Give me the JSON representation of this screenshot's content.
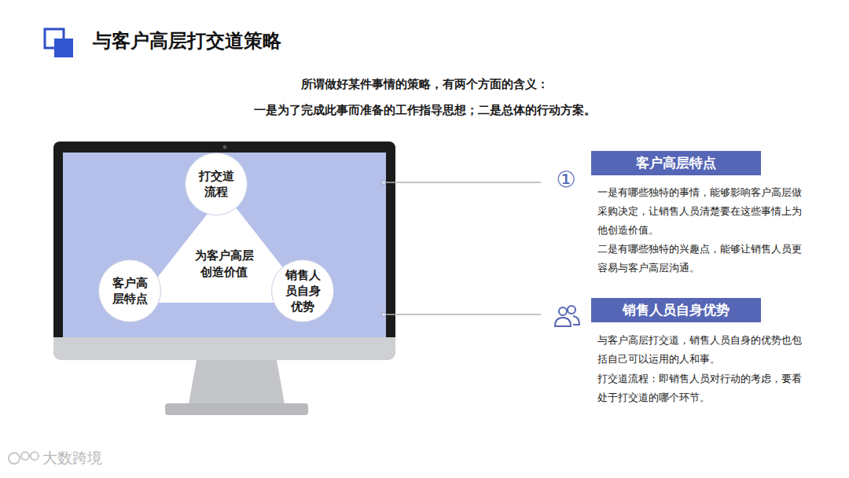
{
  "diagram": {
    "title": "与客户高层打交道策略",
    "nodes": [
      {
        "text": [
          "打交道流程"
        ]
      },
      {
        "text": [
          "为客户高层创造价值"
        ]
      },
      {
        "text": [
          "客户高层特点"
        ]
      },
      {
        "text": [
          "销售人员自身优势"
        ]
      },
      {
        "text": [
          "客户高层特点"
        ]
      },
      {
        "text": [
          "销售人员自身优势"
        ]
      }
    ],
    "labels": [
      "所谓做好某件事情的策略，有两个方面的含义：",
      "一是为了完成此事而准备的工作指导思想；二是总体的行动方案。",
      "①",
      "一是有哪些独特的事情，能够影响客户高层做采购决定，让销售人员清楚要在这些事情上为他创造价值。",
      "二是有哪些独特的兴趣点，能够让销售人员更容易与客户高层沟通。",
      "与客户高层打交道，销售人员自身的优势也包括自己可以运用的人和事。",
      "打交道流程：即销售人员对行动的考虑，要看处于打交道的哪个环节。",
      "大数跨境"
    ]
  }
}
